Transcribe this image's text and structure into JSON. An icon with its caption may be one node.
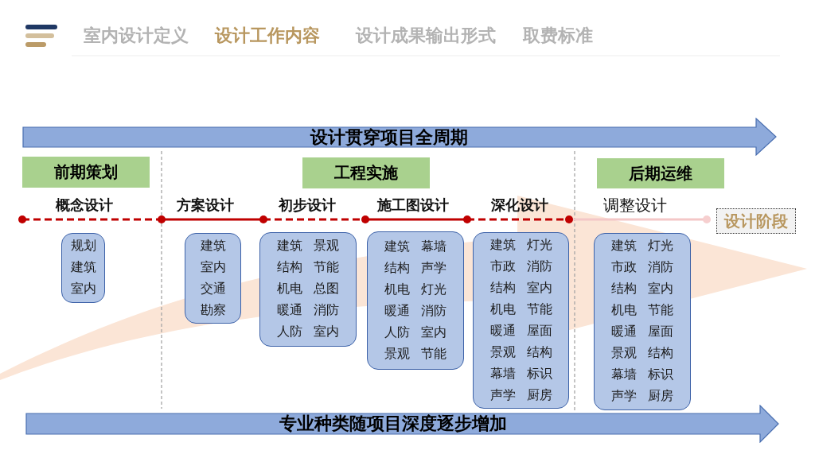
{
  "diagram": {
    "nodes": [
      {
        "text": [
          "设计贯穿项目全周期"
        ]
      },
      {
        "text": [
          "前期策划"
        ]
      },
      {
        "text": [
          "工程实施"
        ]
      },
      {
        "text": [
          "后期运维"
        ]
      },
      {
        "text": [
          "设计阶段"
        ]
      },
      {
        "text": [
          "规划",
          "建筑",
          "室内"
        ]
      },
      {
        "text": [
          "建筑",
          "室内",
          "交通",
          "勘察"
        ]
      },
      {
        "text": [
          "建筑",
          "景观",
          "结构",
          "节能",
          "机电",
          "总图",
          "暖通",
          "消防",
          "人防",
          "室内"
        ]
      },
      {
        "text": [
          "建筑",
          "幕墙",
          "结构",
          "声学",
          "机电",
          "灯光",
          "暖通",
          "消防",
          "人防",
          "室内",
          "景观",
          "节能"
        ]
      },
      {
        "text": [
          "建筑",
          "灯光",
          "市政",
          "消防",
          "结构",
          "室内",
          "机电",
          "节能",
          "暖通",
          "屋面",
          "景观",
          "结构",
          "幕墙",
          "标识",
          "声学",
          "厨房"
        ]
      },
      {
        "text": [
          "建筑",
          "灯光",
          "市政",
          "消防",
          "结构",
          "室内",
          "机电",
          "节能",
          "暖通",
          "屋面",
          "景观",
          "结构",
          "幕墙",
          "标识",
          "声学",
          "厨房"
        ]
      },
      {
        "text": [
          "专业种类随项目深度逐步增加"
        ]
      }
    ],
    "labels": [
      "室内设计定义",
      "设计工作内容",
      "设计成果输出形式",
      "取费标准",
      "概念设计",
      "方案设计",
      "初步设计",
      "施工图设计",
      "深化设计",
      "调整设计"
    ]
  }
}
